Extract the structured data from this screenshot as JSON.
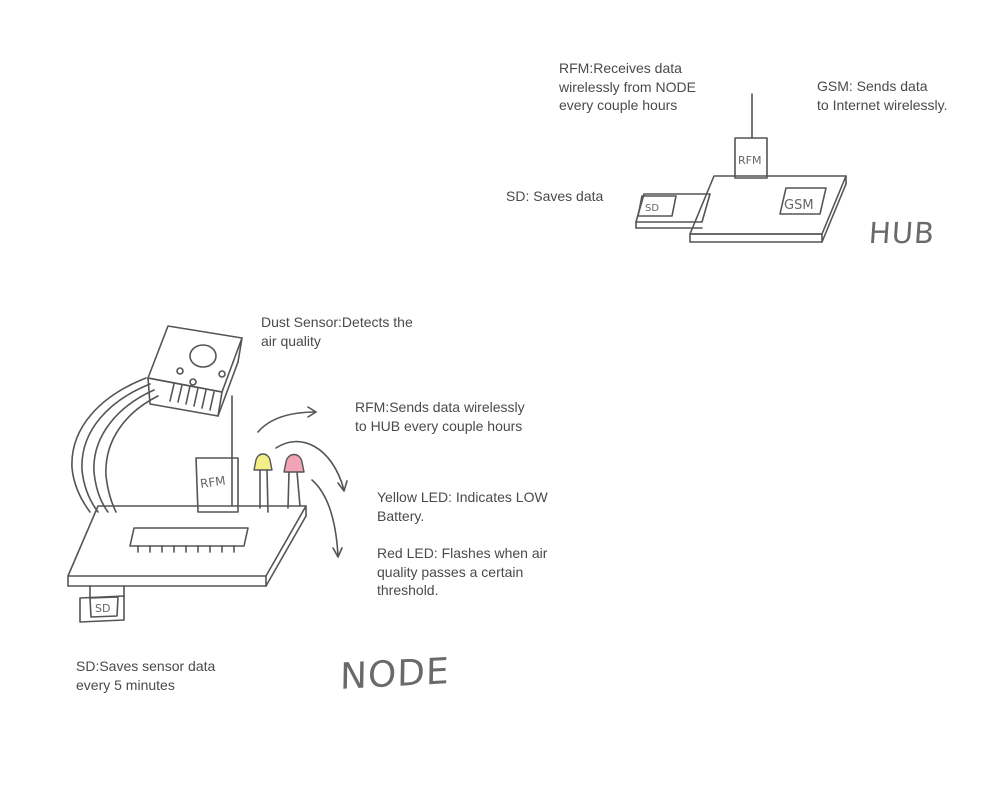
{
  "hub": {
    "rfm_note": [
      "RFM:Receives data",
      "wirelessly from NODE",
      "every couple hours"
    ],
    "gsm_note": [
      "GSM: Sends data",
      "to Internet wirelessly."
    ],
    "sd_note": "SD: Saves data",
    "title": "HUB",
    "chip_labels": {
      "rfm": "RFM",
      "gsm": "GSM",
      "sd": "SD"
    }
  },
  "node": {
    "dust_note": [
      "Dust Sensor:Detects the",
      "air quality"
    ],
    "rfm_note": [
      "RFM:Sends data wirelessly",
      "to HUB every couple hours"
    ],
    "yellow_led_note": [
      "Yellow LED: Indicates LOW",
      "Battery."
    ],
    "red_led_note": [
      "Red LED: Flashes when air",
      "quality passes a certain",
      "threshold."
    ],
    "sd_note": [
      "SD:Saves sensor data",
      "every 5 minutes"
    ],
    "title": "NODE",
    "chip_labels": {
      "rfm": "RFM",
      "sd": "SD"
    }
  },
  "colors": {
    "yellow_led": "#f3ee86",
    "red_led": "#f2a3b4",
    "ink": "#555555"
  }
}
